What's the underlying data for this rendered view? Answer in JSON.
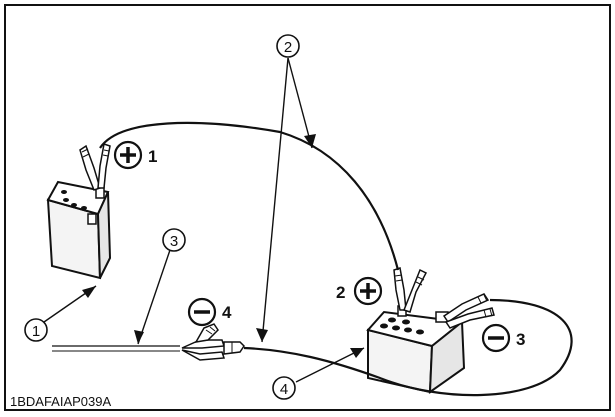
{
  "figure_code": "1BDAFAIAP039A",
  "callouts": {
    "c1": "1",
    "c2": "2",
    "c3": "3",
    "c4": "4"
  },
  "terminal_labels": {
    "pos_1": "1",
    "pos_2": "2",
    "neg_3": "3",
    "neg_4": "4"
  },
  "colors": {
    "ink": "#111111",
    "battery_fill": "#f2f2f2",
    "background": "#ffffff"
  }
}
